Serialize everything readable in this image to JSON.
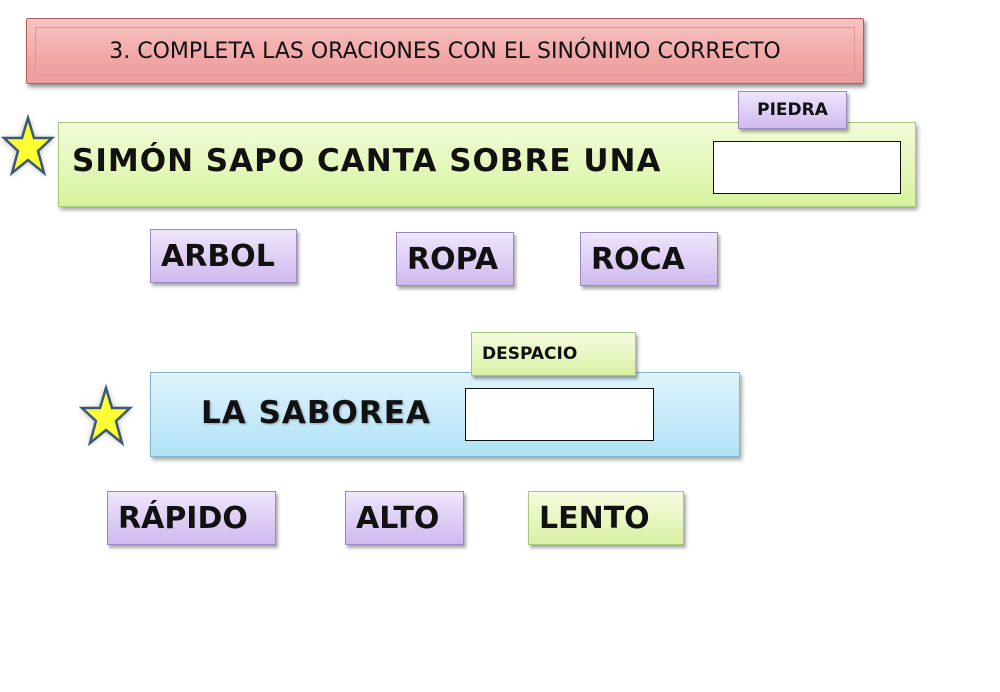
{
  "title": "3. COMPLETA LAS ORACIONES CON EL SINÓNIMO CORRECTO",
  "questions": [
    {
      "sentence": "SIMÓN SAPO CANTA SOBRE UNA",
      "answer_value": "",
      "hint_word": "PIEDRA",
      "options": [
        "ARBOL",
        "ROPA",
        "ROCA"
      ],
      "background_color": "#e2f7b6"
    },
    {
      "sentence": "LA SABOREA",
      "answer_value": "",
      "hint_word": "DESPACIO",
      "options": [
        "RÁPIDO",
        "ALTO",
        "LENTO"
      ],
      "background_color": "#c3e9f8"
    }
  ],
  "colors": {
    "title_bg": "#f2a7a7",
    "chip_purple": "#dccbf4",
    "chip_green": "#e4f6bc",
    "star_fill": "#ffff33",
    "star_stroke": "#3a5a7a"
  },
  "icons": {
    "star": "star-icon"
  }
}
